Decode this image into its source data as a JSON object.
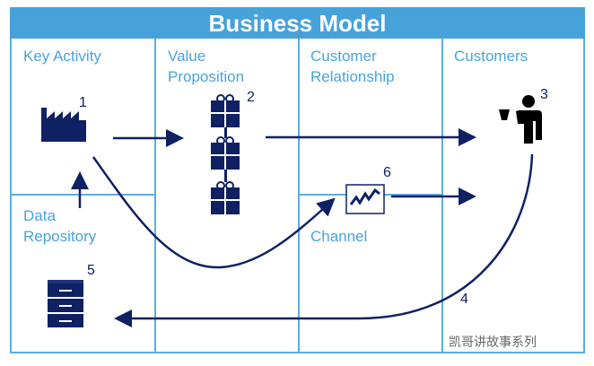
{
  "title": "Business Model",
  "sections": {
    "key_activity": "Key Activity",
    "value_proposition_1": "Value",
    "value_proposition_2": "Proposition",
    "customer_relationship_1": "Customer",
    "customer_relationship_2": "Relationship",
    "customers": "Customers",
    "data_repository_1": "Data",
    "data_repository_2": "Repository",
    "channel": "Channel"
  },
  "numbers": {
    "factory": "1",
    "gifts": "2",
    "customer": "3",
    "return_flow": "4",
    "repository": "5",
    "channel": "6"
  },
  "watermark": "凯哥讲故事系列",
  "colors": {
    "header": "#47a2da",
    "label": "#4aa3dc",
    "icon": "#0f2163"
  }
}
